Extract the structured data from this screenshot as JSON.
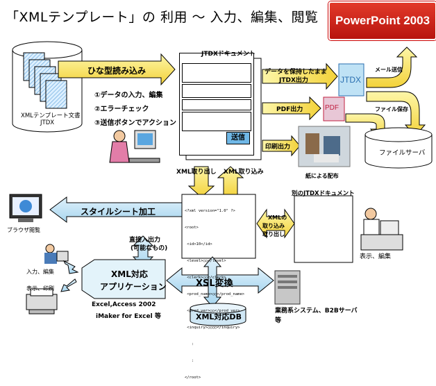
{
  "header": {
    "title": "「XMLテンプレート」の 利用 〜 入力、編集、閲覧",
    "product_badge": "PowerPoint 2003"
  },
  "left_cylinder": {
    "label_line1": "XMLテンプレート文書",
    "label_line2": "JTDX"
  },
  "arrows": {
    "load_template": "ひな型読み込み",
    "save_with_data": "データを保持したまま",
    "jtdx_output": "JTDX出力",
    "pdf_output": "PDF出力",
    "print_output": "印刷出力",
    "mail_send": "メール送信",
    "file_save": "ファイル保存",
    "xml_in": "XML取り込み",
    "xml_out": "XML取り出し",
    "xml_in_right": "XML取り込み",
    "xml_out_right": "取り出し",
    "xml_in_right_mid": "取り込み",
    "xml_right_top": "XMLの",
    "stylesheet": "スタイルシート加工",
    "direct_io_line1": "直接入出力",
    "direct_io_line2": "(可能なもの)",
    "xsl_transform": "XSL変換"
  },
  "steps": [
    "①データの入力、編集",
    "②エラーチェック",
    "③送信ボタンでアクション"
  ],
  "jtdx_doc": {
    "title": "JTDXドキュメント",
    "send_button": "送信"
  },
  "other_doc": {
    "title": "別のJTDXドキュメント"
  },
  "outputs": {
    "jtdx_file": "JTDX",
    "pdf_file": "PDF",
    "paper_dist": "紙による配布",
    "file_server": "ファイルサーバ"
  },
  "xml_code": [
    "<?xml version=\"1.0\" ?>",
    "<root>",
    " <id>10</id>",
    " <level>○○</level>",
    " <clerk>○○</clerk>",
    " <prod_name>○○</prod_name>",
    " <prod_ver>○○</prod_ver>",
    " <inquiry>○○○○</inquiry>",
    "   :",
    "   :",
    "</root>"
  ],
  "people": {
    "browser_view": "ブラウザ閲覧",
    "input_edit": "入力、編集",
    "display_print": "表示、印刷",
    "display_edit": "表示、編集"
  },
  "apps": {
    "xml_app_line1": "XML対応",
    "xml_app_line2": "アプリケーション",
    "app_examples_line1": "Excel,Access 2002",
    "app_examples_line2": "iMaker for Excel 等",
    "xml_db": "XML対応DB",
    "business_line1": "業務系システム、B2Bサーバ",
    "business_line2": "等"
  }
}
